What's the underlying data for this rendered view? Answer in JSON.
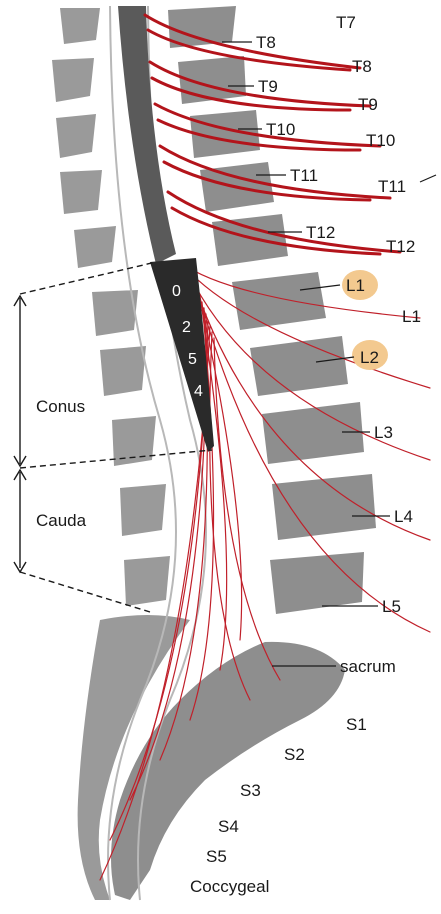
{
  "colors": {
    "bone": "#8e8e8e",
    "cord": "#5a5a5a",
    "conus": "#2a2a2a",
    "nerve": "#b3141b",
    "highlight": "#f3c98f"
  },
  "vertebra_labels": [
    "T8",
    "T9",
    "T10",
    "T11",
    "T12",
    "L1",
    "L2",
    "L3",
    "L4",
    "L5",
    "sacrum"
  ],
  "nerve_labels": [
    "T7",
    "T8",
    "T9",
    "T10",
    "T11",
    "T12",
    "L1",
    "S1",
    "S2",
    "S3",
    "S4",
    "S5",
    "Coccygeal"
  ],
  "highlighted": [
    "L1",
    "L2"
  ],
  "regions": {
    "conus": "Conus",
    "cauda": "Cauda"
  },
  "conus_marks": [
    "0",
    "2",
    "5",
    "4"
  ]
}
